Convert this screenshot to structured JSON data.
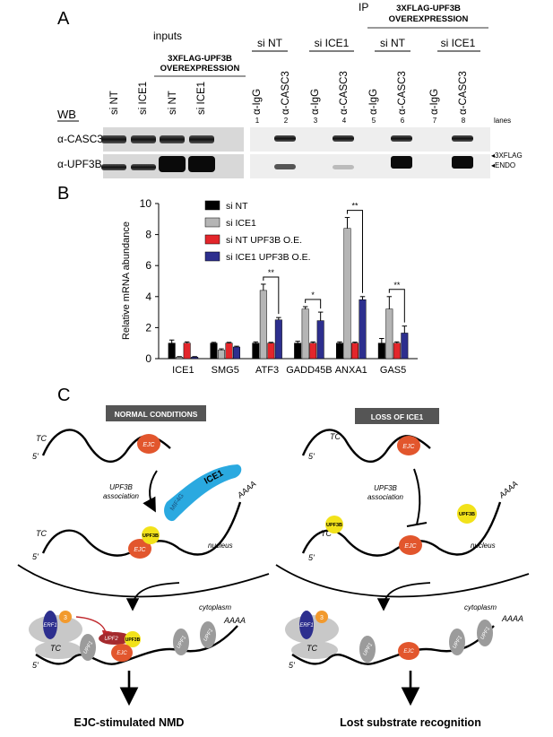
{
  "panelA": {
    "letter": "A",
    "ip_label": "IP",
    "inputs_label": "inputs",
    "overexpression_header_1": "3XFLAG-UPF3B",
    "overexpression_header_2": "OVEREXPRESSION",
    "ip_overexpression_header_1": "3XFLAG-UPF3B",
    "ip_overexpression_header_2": "OVEREXPRESSION",
    "ip_group_si_nt": "si NT",
    "ip_group_si_ice1": "si ICE1",
    "ip_oe_group_si_nt": "si NT",
    "ip_oe_group_si_ice1": "si ICE1",
    "wb_label": "WB",
    "input_lanes": [
      "si NT",
      "si ICE1",
      "si NT",
      "si ICE1"
    ],
    "ip_lanes": [
      "α-IgG",
      "α-CASC3",
      "α-IgG",
      "α-CASC3",
      "α-IgG",
      "α-CASC3",
      "α-IgG",
      "α-CASC3"
    ],
    "lane_numbers": [
      "1",
      "2",
      "3",
      "4",
      "5",
      "6",
      "7",
      "8"
    ],
    "lanes_label": "lanes",
    "blot_rows": [
      "α-CASC3",
      "α-UPF3B"
    ],
    "flag_marker": "◂3XFLAG",
    "endo_marker": "◂ENDO"
  },
  "panelB": {
    "letter": "B",
    "chart_data": {
      "type": "bar",
      "ylabel": "Relative mRNA abundance",
      "ylim": [
        0,
        10
      ],
      "yticks": [
        "0",
        "2",
        "4",
        "6",
        "8",
        "10"
      ],
      "categories": [
        "ICE1",
        "SMG5",
        "ATF3",
        "GADD45B",
        "ANXA1",
        "GAS5"
      ],
      "series": [
        {
          "name": "si NT",
          "color": "#000000",
          "values": [
            1.0,
            1.0,
            1.0,
            1.0,
            1.0,
            1.0
          ],
          "errors": [
            0.2,
            0.05,
            0.08,
            0.12,
            0.08,
            0.3
          ]
        },
        {
          "name": "si ICE1",
          "color": "#b5b5b5",
          "values": [
            0.1,
            0.55,
            4.4,
            3.2,
            8.4,
            3.2
          ],
          "errors": [
            0.03,
            0.08,
            0.4,
            0.15,
            0.7,
            0.8
          ]
        },
        {
          "name": "si NT UPF3B O.E.",
          "color": "#e3262b",
          "values": [
            1.0,
            1.0,
            1.0,
            1.0,
            1.0,
            1.0
          ],
          "errors": [
            0.08,
            0.05,
            0.05,
            0.08,
            0.06,
            0.08
          ]
        },
        {
          "name": "si ICE1 UPF3B O.E.",
          "color": "#2d2f8e",
          "values": [
            0.1,
            0.75,
            2.5,
            2.45,
            3.8,
            1.65
          ],
          "errors": [
            0.03,
            0.05,
            0.15,
            0.55,
            0.2,
            0.45
          ]
        }
      ],
      "significance": [
        {
          "category": "ATF3",
          "label": "**"
        },
        {
          "category": "GADD45B",
          "label": "*"
        },
        {
          "category": "ANXA1",
          "label": "**"
        },
        {
          "category": "GAS5",
          "label": "**"
        }
      ]
    }
  },
  "panelC": {
    "letter": "C",
    "left": {
      "header": "NORMAL CONDITIONS",
      "tc": "TC",
      "five_prime": "5'",
      "ejc": "EJC",
      "upf3b_assoc_1": "UPF3B",
      "upf3b_assoc_2": "association",
      "ice1": "ICE1",
      "mif4g": "MIF4G",
      "aaaa": "AAAA",
      "upf3b": "UPF3B",
      "nucleus": "nucleus",
      "cytoplasm": "cytoplasm",
      "erf1": "ERF1",
      "erf3": "3",
      "upf1": "UPF1",
      "upf2": "UPF2",
      "outcome": "EJC-stimulated NMD"
    },
    "right": {
      "header": "LOSS OF ICE1",
      "tc": "TC",
      "five_prime": "5'",
      "ejc": "EJC",
      "upf3b_assoc_1": "UPF3B",
      "upf3b_assoc_2": "association",
      "aaaa": "AAAA",
      "upf3b": "UPF3B",
      "nucleus": "nucleus",
      "cytoplasm": "cytoplasm",
      "erf1": "ERF1",
      "erf3": "3",
      "upf1": "UPF1",
      "outcome": "Lost substrate recognition"
    }
  }
}
